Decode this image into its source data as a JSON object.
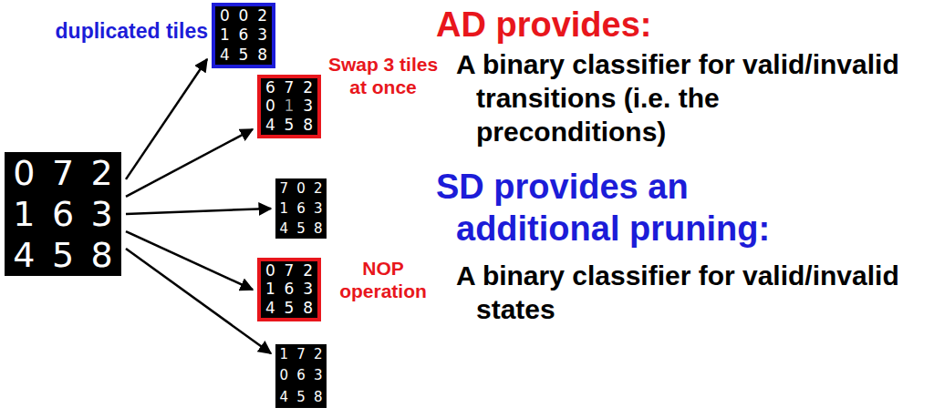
{
  "diagram": {
    "nodes": [
      {
        "text": [
          "0",
          "7",
          "2",
          "1",
          "6",
          "3",
          "4",
          "5",
          "8"
        ]
      },
      {
        "text": [
          "0",
          "0",
          "2",
          "1",
          "6",
          "3",
          "4",
          "5",
          "8"
        ]
      },
      {
        "text": [
          "6",
          "7",
          "2",
          "0",
          "1",
          "3",
          "4",
          "5",
          "8"
        ]
      },
      {
        "text": [
          "7",
          "0",
          "2",
          "1",
          "6",
          "3",
          "4",
          "5",
          "8"
        ]
      },
      {
        "text": [
          "0",
          "7",
          "2",
          "1",
          "6",
          "3",
          "4",
          "5",
          "8"
        ]
      },
      {
        "text": [
          "1",
          "7",
          "2",
          "0",
          "6",
          "3",
          "4",
          "5",
          "8"
        ]
      }
    ],
    "edges": [
      {
        "from": 0,
        "to": 1,
        "arrow": "to"
      },
      {
        "from": 0,
        "to": 2,
        "arrow": "to"
      },
      {
        "from": 0,
        "to": 3,
        "arrow": "to"
      },
      {
        "from": 0,
        "to": 4,
        "arrow": "to"
      },
      {
        "from": 0,
        "to": 5,
        "arrow": "to"
      }
    ],
    "labels": [
      "duplicated tiles",
      "Swap 3 tiles at once",
      "NOP operation",
      "AD provides:",
      "A binary classifier for valid/invalid transitions (i.e. the preconditions)",
      "SD provides an additional pruning:",
      "A binary classifier for valid/invalid states"
    ]
  }
}
